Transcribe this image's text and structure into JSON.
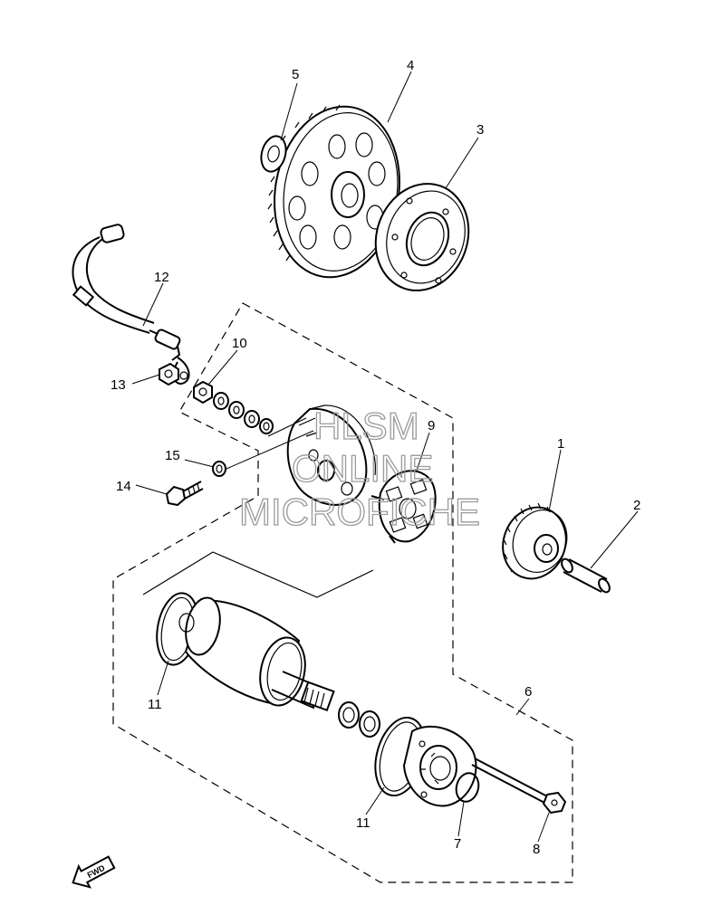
{
  "callouts": {
    "c1": "1",
    "c2": "2",
    "c3": "3",
    "c4": "4",
    "c5": "5",
    "c6": "6",
    "c7": "7",
    "c8": "8",
    "c9": "9",
    "c10": "10",
    "c11a": "11",
    "c11b": "11",
    "c12": "12",
    "c13": "13",
    "c14": "14",
    "c15": "15"
  },
  "watermark": {
    "line1": "HLSM",
    "line2": "ONLINE",
    "line3": "MICROFICHE"
  },
  "fwd": "FWD"
}
